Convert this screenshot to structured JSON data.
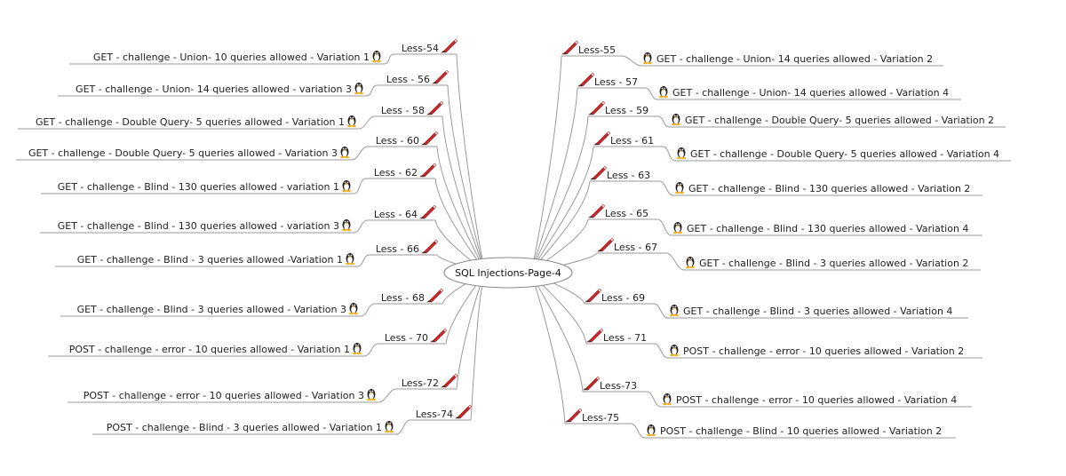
{
  "center": {
    "label": "SQL Injections-Page-4"
  },
  "colors": {
    "line": "#9a9a9a",
    "pencil": "#d0262a",
    "tux_body": "#222222",
    "tux_belly": "#ffffff",
    "tux_feet": "#f2b01e",
    "text": "#222222"
  },
  "icons": {
    "lesson": "pencil-icon",
    "leaf": "linux-tux-icon"
  },
  "left": [
    {
      "lesson": "Less-54",
      "title": "GET - challenge - Union- 10 queries allowed - Variation 1"
    },
    {
      "lesson": "Less - 56",
      "title": "GET - challenge - Union- 14 queries allowed - variation 3"
    },
    {
      "lesson": "Less - 58",
      "title": "GET - challenge - Double Query- 5 queries allowed - Variation 1"
    },
    {
      "lesson": "Less - 60",
      "title": "GET - challenge - Double Query- 5 queries allowed - Variation 3"
    },
    {
      "lesson": "Less - 62",
      "title": "GET - challenge - Blind - 130 queries allowed - variation 1"
    },
    {
      "lesson": "Less - 64",
      "title": "GET - challenge - Blind - 130 queries allowed - variation 3"
    },
    {
      "lesson": "Less - 66",
      "title": "GET - challenge - Blind - 3 queries allowed -Variation 1"
    },
    {
      "lesson": "Less - 68",
      "title": "GET - challenge - Blind - 3 queries allowed - Variation 3"
    },
    {
      "lesson": "Less - 70",
      "title": "POST - challenge - error - 10 queries allowed - Variation 1"
    },
    {
      "lesson": "Less-72",
      "title": "POST - challenge - error - 10 queries allowed - Variation 3"
    },
    {
      "lesson": "Less-74",
      "title": "POST - challenge - Blind - 3 queries allowed - Variation 1"
    }
  ],
  "right": [
    {
      "lesson": "Less-55",
      "title": "GET - challenge - Union- 14 queries allowed - Variation 2"
    },
    {
      "lesson": "Less - 57",
      "title": "GET - challenge - Union- 14 queries allowed - Variation 4"
    },
    {
      "lesson": "Less - 59",
      "title": "GET - challenge - Double Query- 5 queries allowed - Variation 2"
    },
    {
      "lesson": "Less - 61",
      "title": "GET - challenge - Double Query- 5 queries allowed - Variation 4"
    },
    {
      "lesson": "Less - 63",
      "title": "GET - challenge - Blind - 130 queries allowed - Variation 2"
    },
    {
      "lesson": "Less - 65",
      "title": "GET - challenge - Blind - 130 queries allowed - Variation 4"
    },
    {
      "lesson": "Less - 67",
      "title": "GET - challenge - Blind - 3 queries allowed - Variation 2"
    },
    {
      "lesson": "Less - 69",
      "title": "GET - challenge - Blind - 3 queries allowed - Variation 4"
    },
    {
      "lesson": "Less - 71",
      "title": "POST - challenge - error - 10 queries allowed - Variation 2"
    },
    {
      "lesson": "Less-73",
      "title": "POST - challenge - error - 10 queries allowed - Variation 4"
    },
    {
      "lesson": "Less-75",
      "title": "POST - challenge - Blind - 10 queries allowed - Variation 2"
    }
  ]
}
